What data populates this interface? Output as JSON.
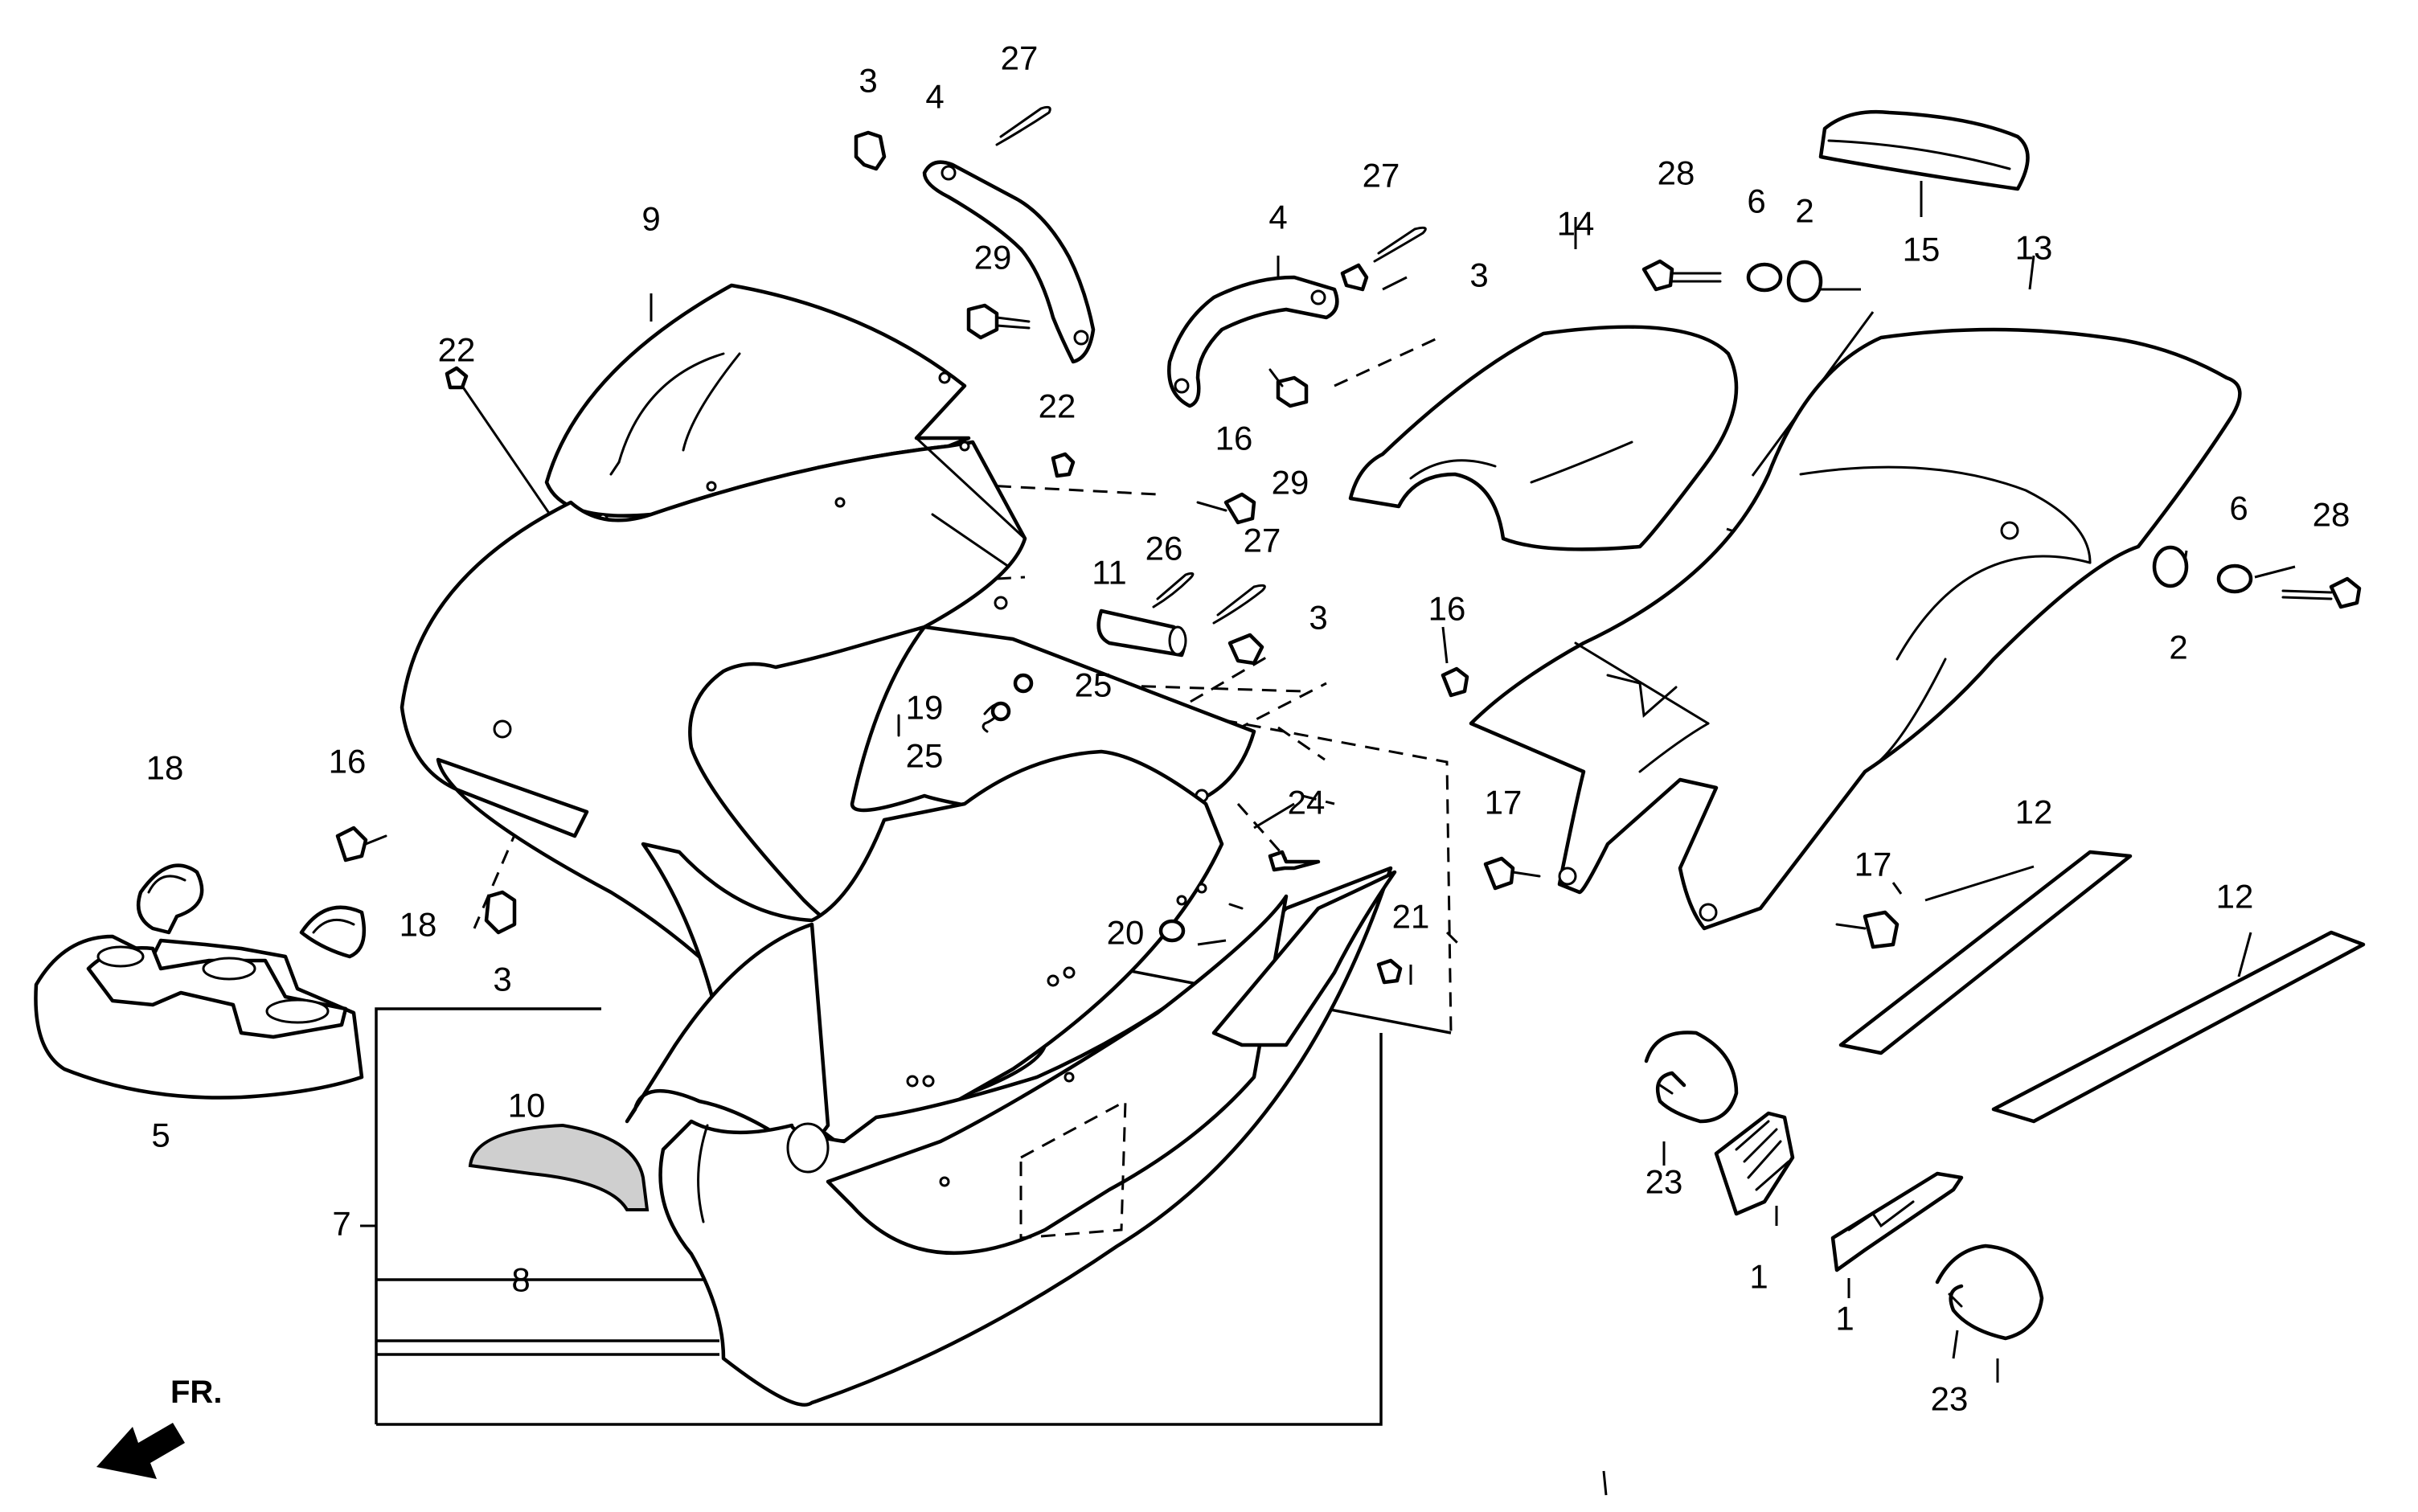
{
  "diagram": {
    "front_indicator": {
      "text": "FR.",
      "icon": "front-arrow-icon"
    },
    "callouts": [
      {
        "id": "c3a",
        "label": "3"
      },
      {
        "id": "c4a",
        "label": "4"
      },
      {
        "id": "c27a",
        "label": "27"
      },
      {
        "id": "c9",
        "label": "9"
      },
      {
        "id": "c29a",
        "label": "29"
      },
      {
        "id": "c22a",
        "label": "22"
      },
      {
        "id": "c22b",
        "label": "22"
      },
      {
        "id": "c27b",
        "label": "27"
      },
      {
        "id": "c4b",
        "label": "4"
      },
      {
        "id": "c3b",
        "label": "3"
      },
      {
        "id": "c14",
        "label": "14"
      },
      {
        "id": "c28a",
        "label": "28"
      },
      {
        "id": "c6a",
        "label": "6"
      },
      {
        "id": "c2a",
        "label": "2"
      },
      {
        "id": "c15",
        "label": "15"
      },
      {
        "id": "c13",
        "label": "13"
      },
      {
        "id": "c16a",
        "label": "16"
      },
      {
        "id": "c29b",
        "label": "29"
      },
      {
        "id": "c26",
        "label": "26"
      },
      {
        "id": "c27c",
        "label": "27"
      },
      {
        "id": "c11",
        "label": "11"
      },
      {
        "id": "c3c",
        "label": "3"
      },
      {
        "id": "c16b",
        "label": "16"
      },
      {
        "id": "c6b",
        "label": "6"
      },
      {
        "id": "c28b",
        "label": "28"
      },
      {
        "id": "c2b",
        "label": "2"
      },
      {
        "id": "c19",
        "label": "19"
      },
      {
        "id": "c25a",
        "label": "25"
      },
      {
        "id": "c25b",
        "label": "25"
      },
      {
        "id": "c18a",
        "label": "18"
      },
      {
        "id": "c16c",
        "label": "16"
      },
      {
        "id": "c24",
        "label": "24"
      },
      {
        "id": "c17a",
        "label": "17"
      },
      {
        "id": "c12a",
        "label": "12"
      },
      {
        "id": "c18b",
        "label": "18"
      },
      {
        "id": "c3d",
        "label": "3"
      },
      {
        "id": "c20",
        "label": "20"
      },
      {
        "id": "c21",
        "label": "21"
      },
      {
        "id": "c17b",
        "label": "17"
      },
      {
        "id": "c12b",
        "label": "12"
      },
      {
        "id": "c5",
        "label": "5"
      },
      {
        "id": "c10",
        "label": "10"
      },
      {
        "id": "c23a",
        "label": "23"
      },
      {
        "id": "c7",
        "label": "7"
      },
      {
        "id": "c8",
        "label": "8"
      },
      {
        "id": "c1a",
        "label": "1"
      },
      {
        "id": "c1b",
        "label": "1"
      },
      {
        "id": "c23b",
        "label": "23"
      }
    ]
  }
}
